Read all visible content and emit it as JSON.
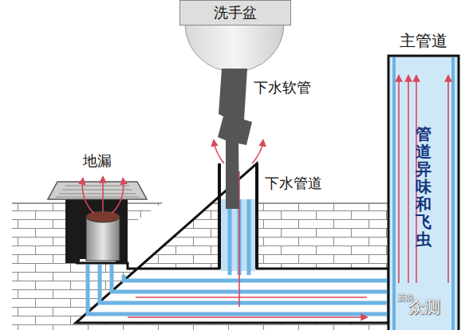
{
  "diagram": {
    "nodes": [
      {
        "text": [
          "洗手盆"
        ]
      },
      {
        "text": [
          "主管道",
          "管道异味和飞虫"
        ]
      }
    ],
    "labels": [
      "下水软管",
      "下水管道",
      "地漏",
      "新浪",
      "众测"
    ]
  }
}
